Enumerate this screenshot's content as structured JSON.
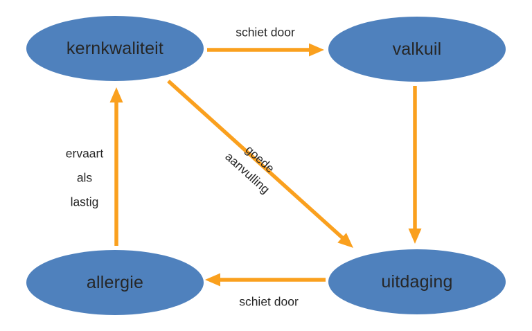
{
  "diagram": {
    "type": "core-quadrant-model",
    "nodes": [
      {
        "id": "kernkwaliteit",
        "label": "kernkwaliteit"
      },
      {
        "id": "valkuil",
        "label": "valkuil"
      },
      {
        "id": "uitdaging",
        "label": "uitdaging"
      },
      {
        "id": "allergie",
        "label": "allergie"
      }
    ],
    "edges": [
      {
        "from": "kernkwaliteit",
        "to": "valkuil",
        "label": "schiet door"
      },
      {
        "from": "valkuil",
        "to": "uitdaging"
      },
      {
        "from": "kernkwaliteit",
        "to": "uitdaging",
        "label_lines": [
          "goede",
          "aanvulling"
        ]
      },
      {
        "from": "uitdaging",
        "to": "allergie",
        "label": "schiet door"
      },
      {
        "from": "allergie",
        "to": "kernkwaliteit",
        "label_lines": [
          "ervaart",
          "als",
          "lastig"
        ]
      }
    ],
    "colors": {
      "node_fill": "#4f81bd",
      "arrow": "#faa01e",
      "text": "#262626",
      "background": "#ffffff"
    }
  }
}
